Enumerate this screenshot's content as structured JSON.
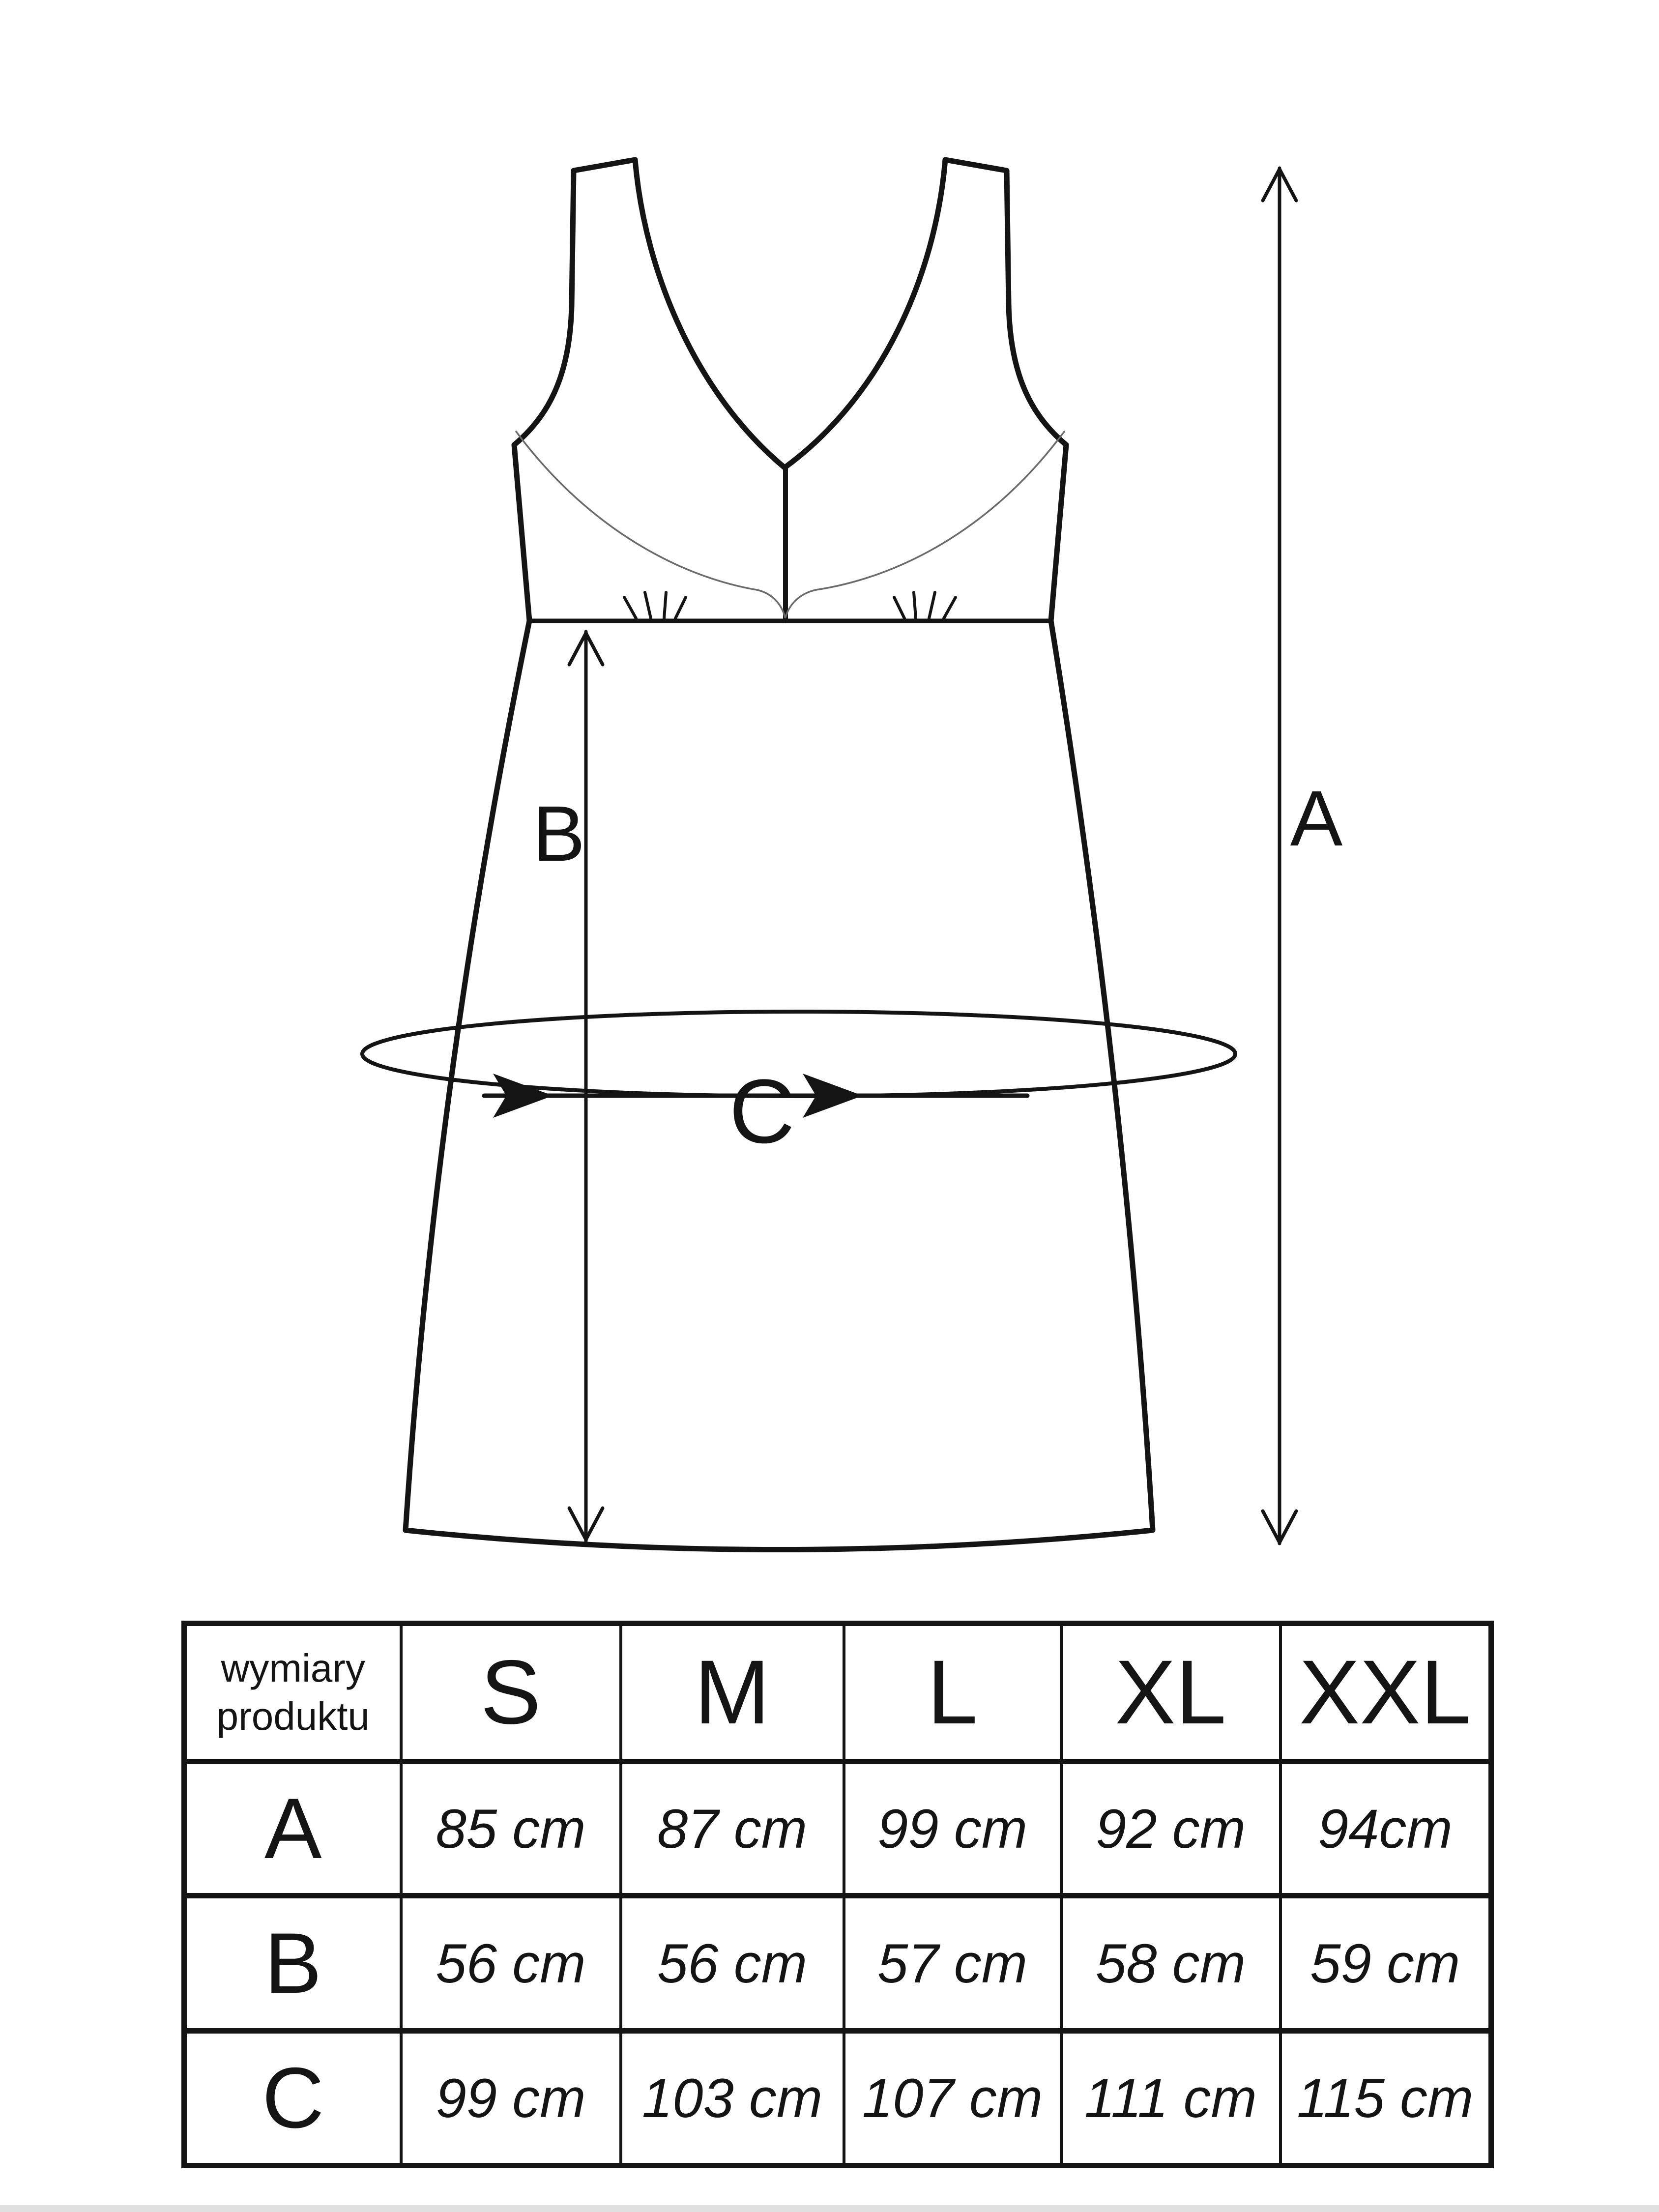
{
  "page": {
    "background": "#ffffff",
    "line_color": "#141414",
    "footer_bar_color": "#e0e0e0"
  },
  "diagram": {
    "labels": {
      "a": "A",
      "b": "B",
      "c": "C"
    }
  },
  "table": {
    "corner": {
      "line1": "wymiary",
      "line2": "produktu"
    },
    "sizes": [
      "S",
      "M",
      "L",
      "XL",
      "XXL"
    ],
    "rows": [
      {
        "label": "A",
        "values": [
          "85 cm",
          "87 cm",
          "99 cm",
          "92 cm",
          "94cm"
        ]
      },
      {
        "label": "B",
        "values": [
          "56 cm",
          "56 cm",
          "57 cm",
          "58 cm",
          "59 cm"
        ]
      },
      {
        "label": "C",
        "values": [
          "99 cm",
          "103 cm",
          "107 cm",
          "111 cm",
          "115 cm"
        ]
      }
    ]
  }
}
